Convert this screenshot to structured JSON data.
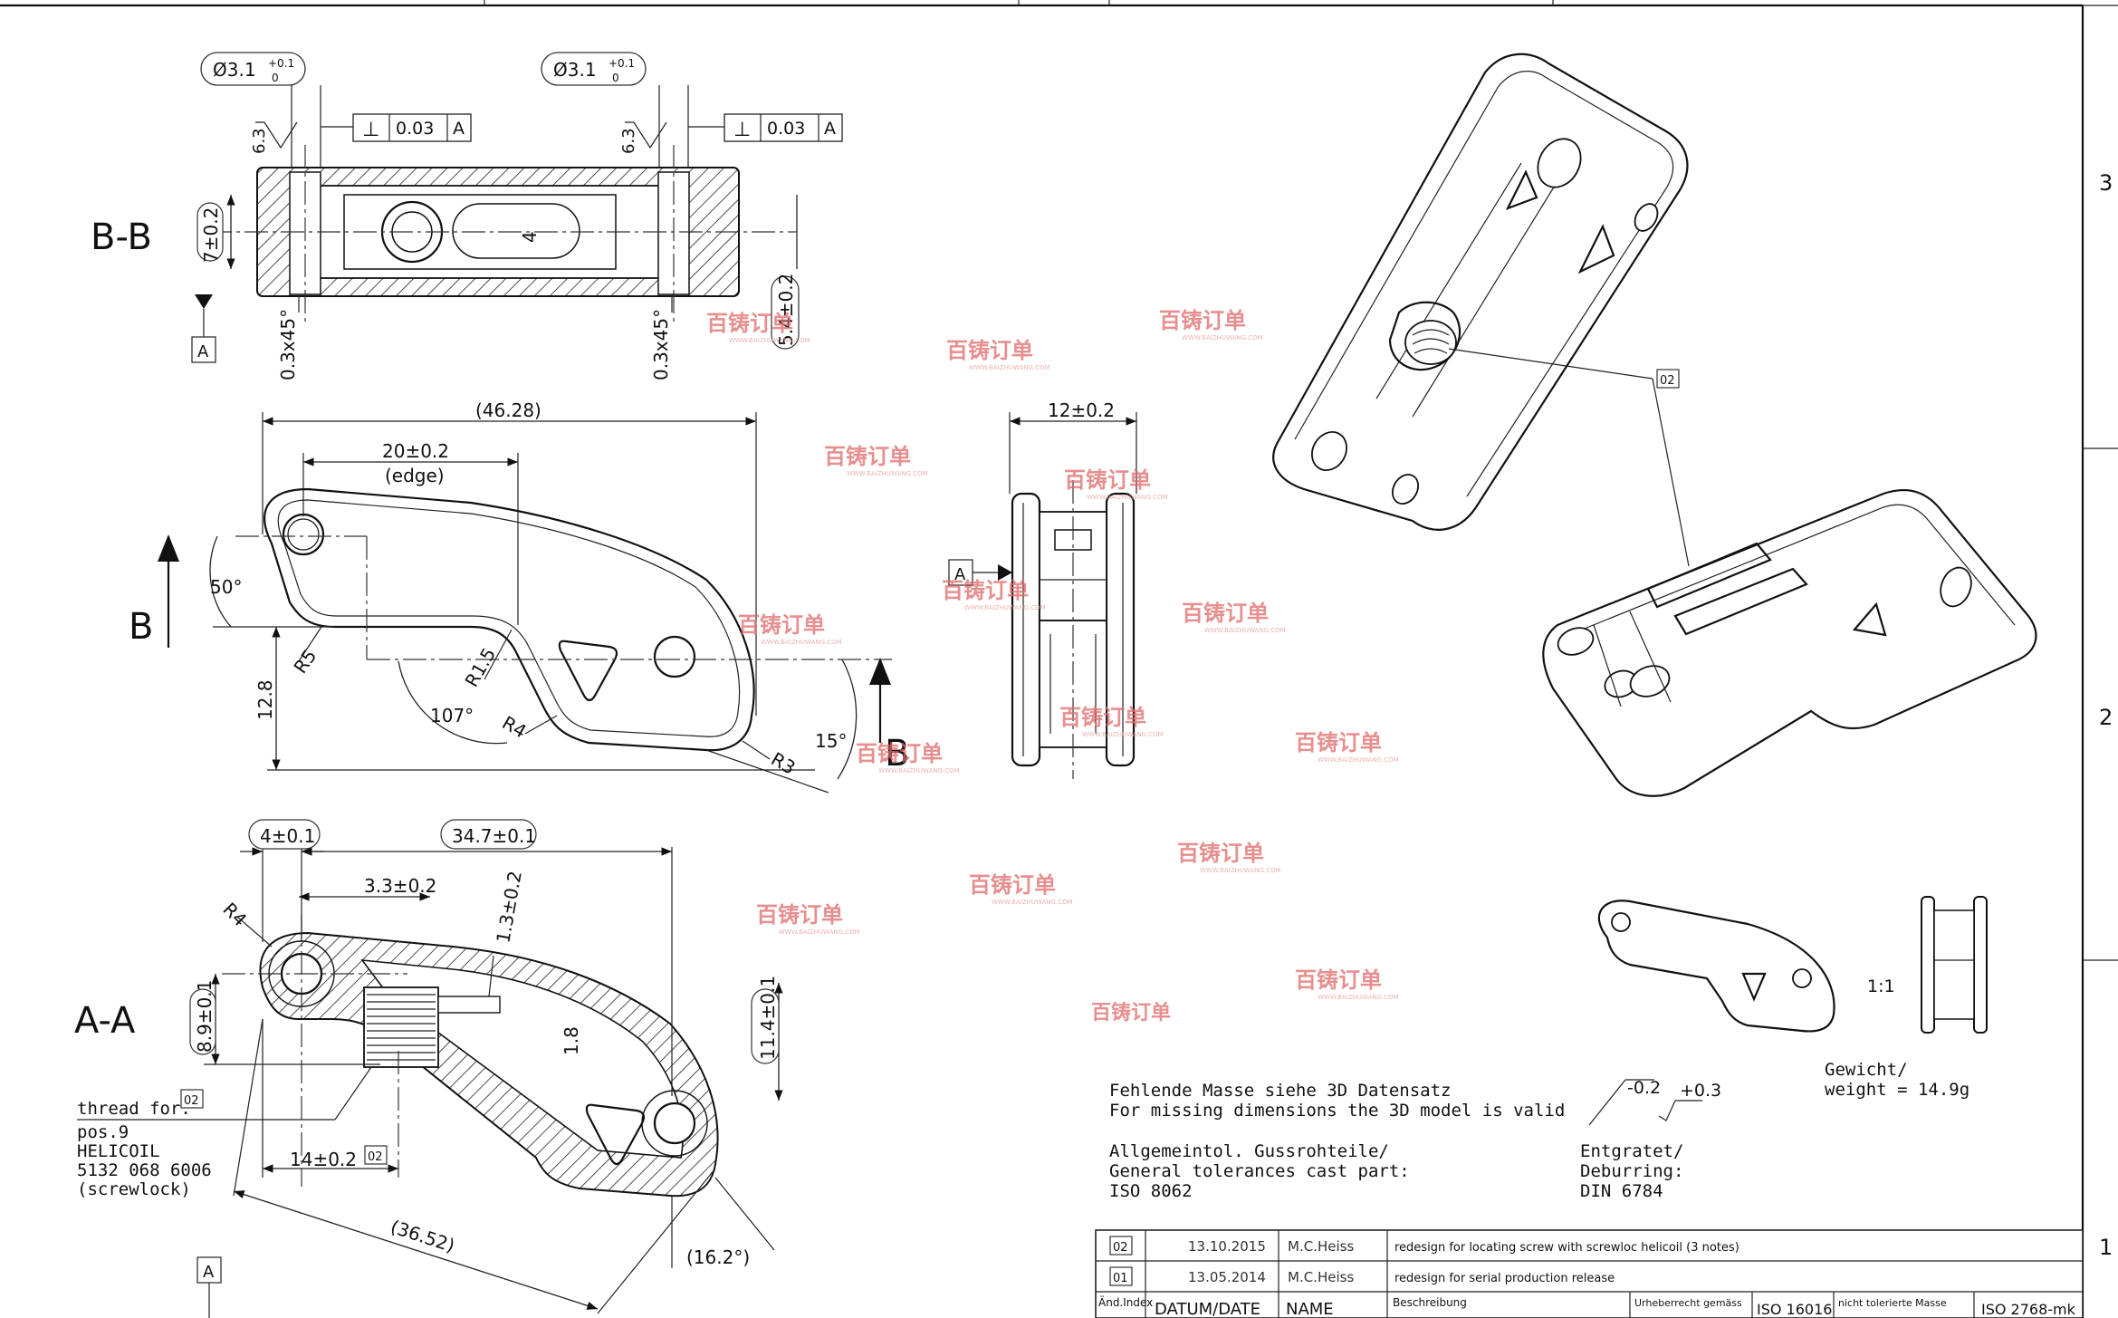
{
  "views": {
    "section_bb": "B-B",
    "section_aa": "A-A",
    "cut_b": "B",
    "datum_a": "A"
  },
  "dims": {
    "hole_dia": "Ø3.1",
    "hole_tol_upper": "+0.1",
    "hole_tol_lower": "0",
    "roughness": "6.3",
    "perp_sym": "⊥",
    "perp_val": "0.03",
    "perp_ref": "A",
    "width_7": "7±0.2",
    "slot_4": "4",
    "chamfer": "0.3x45°",
    "width_5": "5.4±0.2",
    "overall": "(46.28)",
    "edge_20": "20±0.2",
    "edge_note": "(edge)",
    "angle_50": "50°",
    "r5": "R5",
    "r15": "R1.5",
    "h128": "12.8",
    "angle_107": "107°",
    "r4": "R4",
    "r3": "R3",
    "angle_15": "15°",
    "w12": "12±0.2",
    "d4": "4±0.1",
    "d347": "34.7±0.1",
    "d33": "3.3±0.2",
    "d13": "1.3±0.2",
    "d89": "8.9±0.1",
    "d18": "1.8",
    "d114": "11.4±0.1",
    "d14": "14±0.2",
    "d3652": "(36.52)",
    "d162": "(16.2°)",
    "rev_02": "02"
  },
  "notes": {
    "thread_1": "thread for:",
    "thread_2": "pos.9",
    "thread_3": "HELICOIL",
    "thread_4": "5132 068 6006",
    "thread_5": "(screwlock)",
    "missing_1": "Fehlende Masse siehe 3D Datensatz",
    "missing_2": "For missing dimensions the 3D model is valid",
    "tol_1": "Allgemeintol. Gussrohteile/",
    "tol_2": "General tolerances cast part:",
    "tol_3": "ISO 8062",
    "edge_minus": "-0.2",
    "edge_plus": "+0.3",
    "deburr_1": "Entgratet/",
    "deburr_2": "Deburring:",
    "deburr_3": "DIN 6784",
    "weight_1": "Gewicht/",
    "weight_2": "weight = 14.9g",
    "scale": "1:1"
  },
  "watermark": {
    "text": "百铸订单",
    "sub": "WWW.BAIZHUWANG.COM"
  },
  "zones": [
    "3",
    "2",
    "1"
  ],
  "title_block": {
    "rows": [
      {
        "index": "02",
        "date": "13.10.2015",
        "name": "M.C.Heiss",
        "desc": "redesign for locating screw with screwloc helicoil (3 notes)"
      },
      {
        "index": "01",
        "date": "13.05.2014",
        "name": "M.C.Heiss",
        "desc": "redesign for serial production release"
      }
    ],
    "header": {
      "index": "Änd.Index",
      "date": "DATUM/DATE",
      "name": "NAME",
      "desc": "Beschreibung",
      "copyright": "Urheberrecht gemäss",
      "iso1": "ISO 16016",
      "tol": "nicht tolerierte Masse",
      "iso2": "ISO 2768-mk"
    }
  }
}
